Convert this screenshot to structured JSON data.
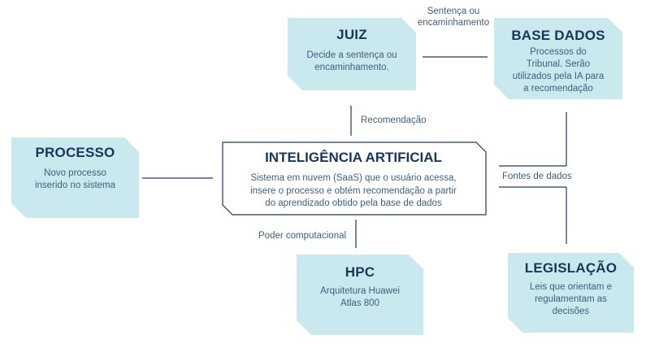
{
  "nodes": {
    "juiz": {
      "title": "JUIZ",
      "desc": "Decide a sentença ou\nencaminhamento."
    },
    "base": {
      "title": "BASE DADOS",
      "desc": "Processos do\nTribunal. Serão\nutilizados pela IA para\na recomendação"
    },
    "processo": {
      "title": "PROCESSO",
      "desc": "Novo processo\ninserido no sistema"
    },
    "ia": {
      "title": "INTELIGÊNCIA ARTIFICIAL",
      "desc": "Sistema em nuvem (SaaS) que o usuário acessa,\ninsere o processo e obtém recomendação  a partir\ndo aprendizado  obtido pela base de dados"
    },
    "hpc": {
      "title": "HPC",
      "desc": "Arquitetura  Huawei\nAtlas 800"
    },
    "legislacao": {
      "title": "LEGISLAÇÃO",
      "desc": "Leis que orientam  e\nregulamentam  as\ndecisões"
    }
  },
  "edges": {
    "sentenca": "Sentença ou\nencaminhamento",
    "recomendacao": "Recomendação",
    "fontes": "Fontes de dados",
    "poder": "Poder computacional"
  },
  "colors": {
    "box_fill": "#c9e9ee",
    "line": "#1f3b5c",
    "title": "#17365a"
  }
}
